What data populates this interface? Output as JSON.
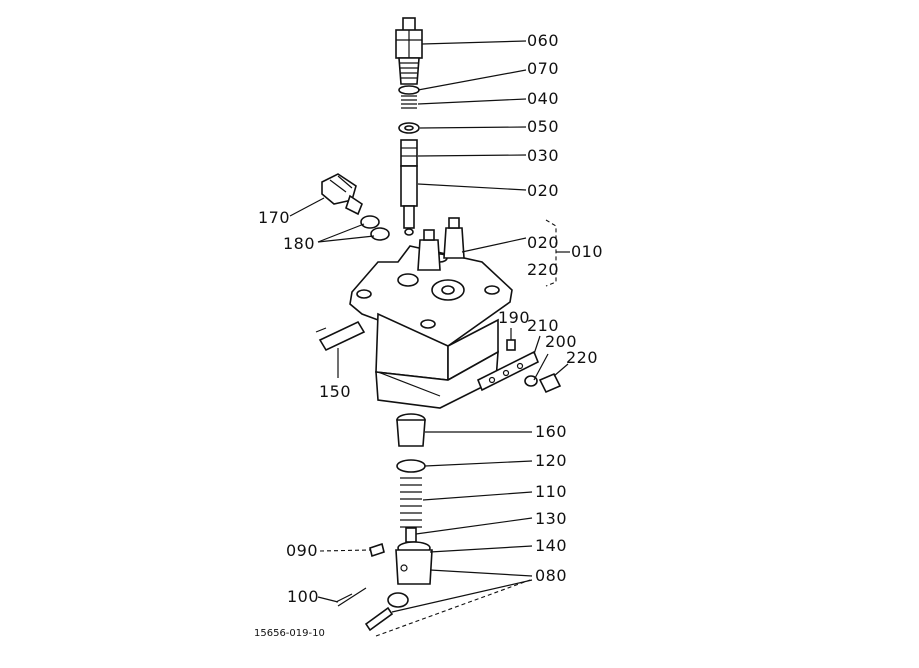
{
  "callouts": {
    "c060": "060",
    "c070": "070",
    "c040": "040",
    "c050": "050",
    "c030": "030",
    "c020a": "020",
    "c170": "170",
    "c180": "180",
    "c020b": "020",
    "c010": "010",
    "c220a": "220",
    "c190": "190",
    "c210": "210",
    "c200": "200",
    "c220b": "220",
    "c150": "150",
    "c160": "160",
    "c120": "120",
    "c110": "110",
    "c130": "130",
    "c090": "090",
    "c140": "140",
    "c080": "080",
    "c100": "100"
  },
  "caption": "15656-019-10"
}
